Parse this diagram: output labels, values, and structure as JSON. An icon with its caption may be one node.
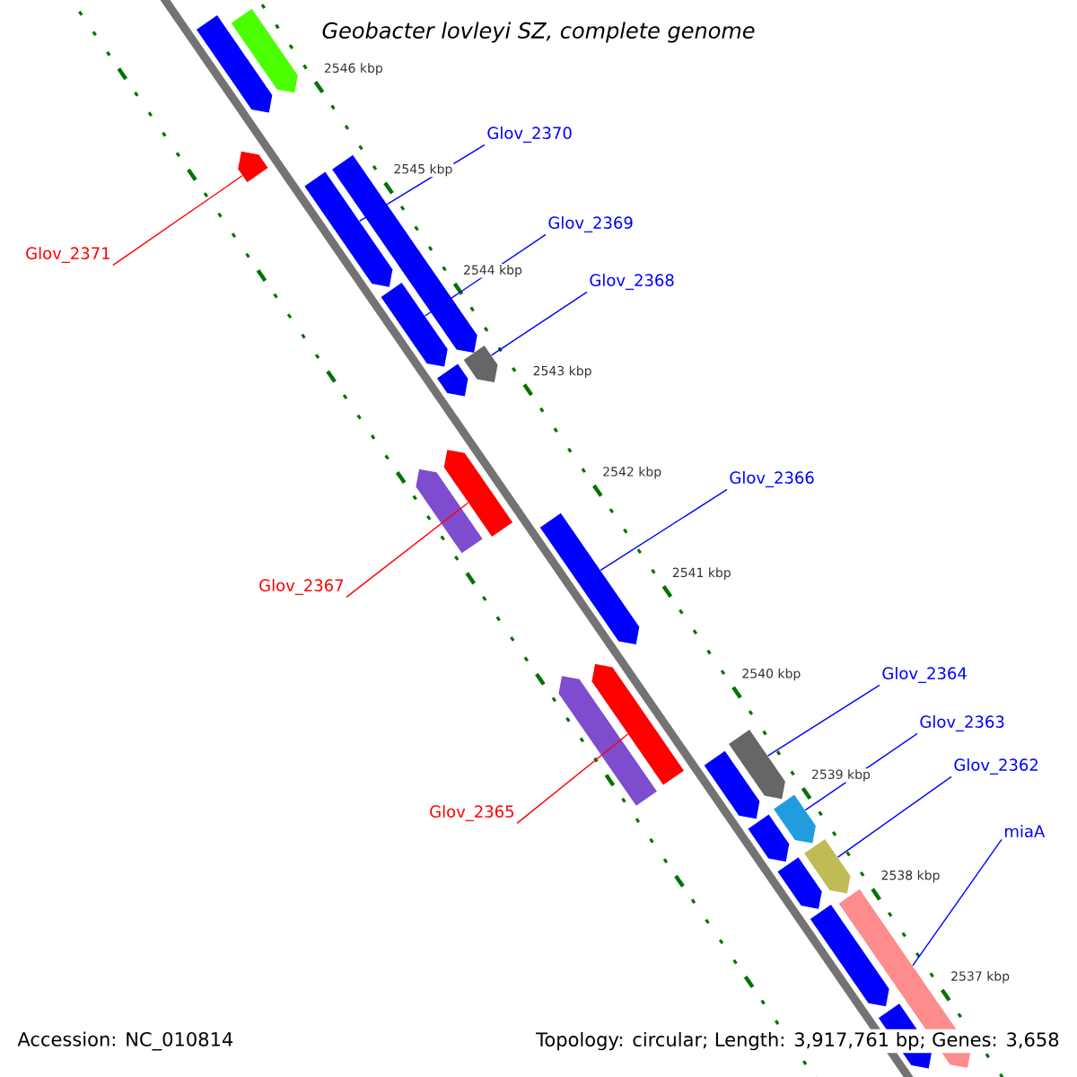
{
  "diagram": {
    "title": "Geobacter lovleyi SZ, complete genome",
    "nodes": [
      {
        "text": [
          "Glov_2370"
        ]
      },
      {
        "text": [
          "Glov_2369"
        ]
      },
      {
        "text": [
          "Glov_2371"
        ]
      },
      {
        "text": [
          "Glov_2368"
        ]
      },
      {
        "text": [
          "Glov_2366"
        ]
      },
      {
        "text": [
          "Glov_2367"
        ]
      },
      {
        "text": [
          "Glov_2364"
        ]
      },
      {
        "text": [
          "Glov_2363"
        ]
      },
      {
        "text": [
          "Glov_2362"
        ]
      },
      {
        "text": [
          "Glov_2365"
        ]
      },
      {
        "text": [
          "miaA"
        ]
      },
      {
        "text": [],
        "shape": "bar"
      },
      {
        "text": [],
        "shape": "bar"
      },
      {
        "text": [],
        "shape": "bar"
      },
      {
        "text": [],
        "shape": "bar"
      },
      {
        "text": [],
        "shape": "bar"
      },
      {
        "text": [],
        "shape": "bar"
      },
      {
        "text": [],
        "shape": "bar"
      },
      {
        "text": [],
        "shape": "bar"
      },
      {
        "text": [],
        "shape": "bar"
      },
      {
        "text": [],
        "shape": "bar"
      },
      {
        "text": [],
        "shape": "bar"
      },
      {
        "text": [],
        "shape": "bar"
      },
      {
        "text": [],
        "shape": "bar"
      },
      {
        "text": [],
        "shape": "bar"
      },
      {
        "text": [],
        "shape": "bar"
      },
      {
        "text": [],
        "shape": "bar"
      },
      {
        "text": [],
        "shape": "bar"
      },
      {
        "text": [],
        "shape": "bar"
      },
      {
        "text": [],
        "shape": "bar"
      },
      {
        "text": [],
        "shape": "bar"
      },
      {
        "text": [],
        "shape": "bar"
      },
      {
        "text": [],
        "shape": "bar"
      }
    ],
    "edges": [
      {
        "from": 0,
        "to": 14,
        "arrow": "none"
      },
      {
        "from": 1,
        "to": 16,
        "arrow": "none"
      },
      {
        "from": 2,
        "to": 13,
        "arrow": "none",
        "color": "#ff0000"
      },
      {
        "from": 3,
        "to": 18,
        "arrow": "none"
      },
      {
        "from": 4,
        "to": 21,
        "arrow": "none"
      },
      {
        "from": 5,
        "to": 20,
        "arrow": "none",
        "color": "#ff0000"
      },
      {
        "from": 6,
        "to": 25,
        "arrow": "none"
      },
      {
        "from": 7,
        "to": 27,
        "arrow": "none"
      },
      {
        "from": 8,
        "to": 29,
        "arrow": "none"
      },
      {
        "from": 9,
        "to": 23,
        "arrow": "none",
        "color": "#ff0000"
      },
      {
        "from": 10,
        "to": 31,
        "arrow": "none"
      }
    ],
    "labels": [
      "2546 kbp",
      "2545 kbp",
      "2544 kbp",
      "2543 kbp",
      "2542 kbp",
      "2541 kbp",
      "2540 kbp",
      "2539 kbp",
      "2538 kbp",
      "2537 kbp",
      "Accession: NC_010814",
      "Topology: circular; Length: 3,917,761 bp; Genes: 3,658"
    ]
  }
}
